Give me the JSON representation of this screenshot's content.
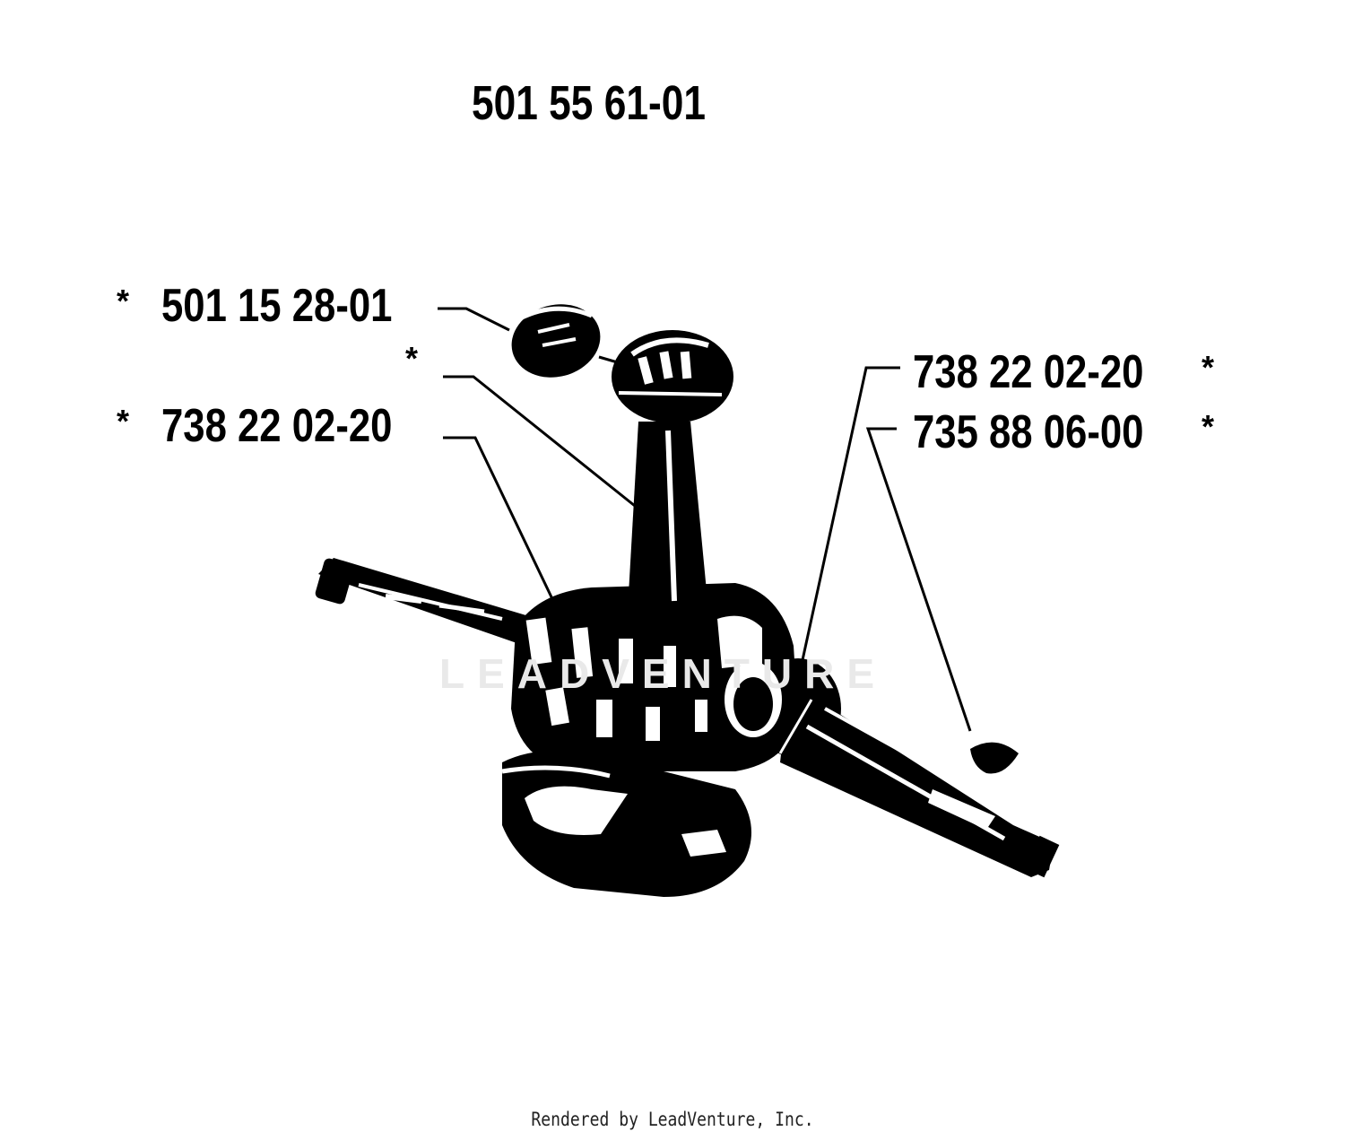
{
  "assembly": {
    "part_number": "501 55 61-01"
  },
  "callouts": [
    {
      "part_number": "501 15 28-01",
      "marker": "*"
    },
    {
      "part_number": "",
      "marker": "*"
    },
    {
      "part_number": "738 22 02-20",
      "marker": "*"
    },
    {
      "part_number": "738 22 02-20",
      "marker": "*"
    },
    {
      "part_number": "735 88 06-00",
      "marker": "*"
    }
  ],
  "watermark": {
    "text": "LEADVENTURE"
  },
  "footer": {
    "text": "Rendered by LeadVenture, Inc."
  }
}
